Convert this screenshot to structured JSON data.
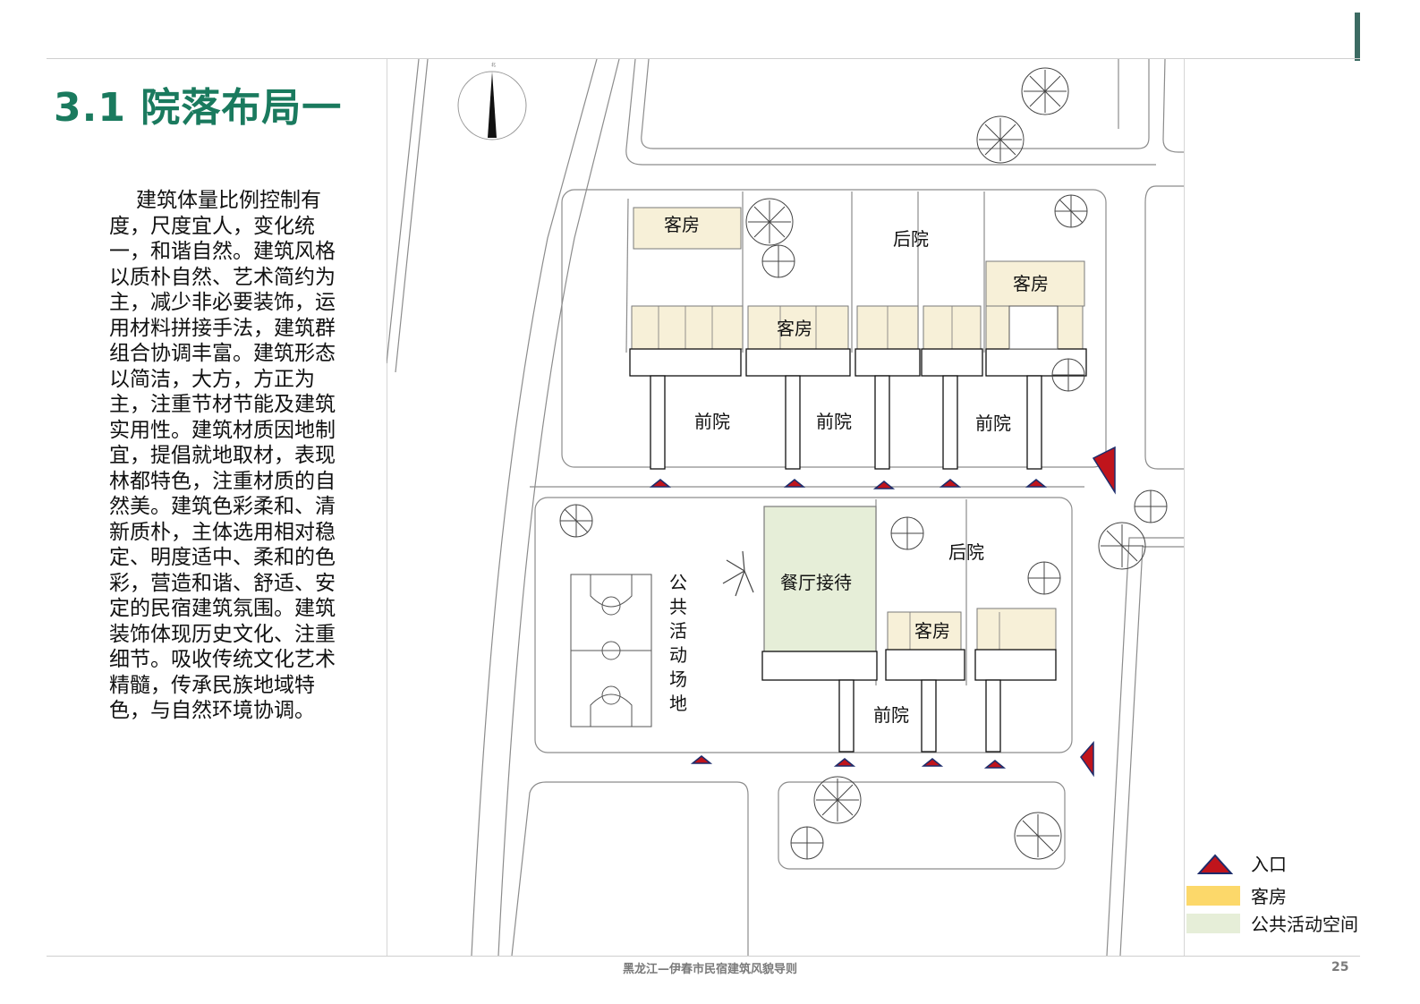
{
  "title": "3.1 院落布局一",
  "body_text": "建筑体量比例控制有度，尺度宜人，变化统一，和谐自然。建筑风格以质朴自然、艺术简约为主，减少非必要装饰，运用材料拼接手法，建筑群组合协调丰富。建筑形态以简洁，大方，方正为主，注重节材节能及建筑实用性。建筑材质因地制宜，提倡就地取材，表现林都特色，注重材质的自然美。建筑色彩柔和、清新质朴，主体选用相对稳定、明度适中、柔和的色彩，营造和谐、舒适、安定的民宿建筑氛围。建筑装饰体现历史文化、注重细节。吸收传统文化艺术精髓，传承民族地域特色，与自然环境协调。",
  "plan": {
    "labels": {
      "guest_room": "客房",
      "back_yard": "后院",
      "front_yard": "前院",
      "dining_reception": "餐厅接待",
      "public_activity_chars": [
        "公",
        "共",
        "活",
        "动",
        "场",
        "地"
      ],
      "north": "北"
    },
    "colors": {
      "guest_room_fill": "#f7f0d8",
      "public_fill": "#e6eed8",
      "entrance": "#c0141c",
      "line": "#8c8c8c"
    }
  },
  "legend": {
    "entrance": "入口",
    "guest_room": "客房",
    "public_space": "公共活动空间",
    "colors": {
      "entrance": "#c0141c",
      "guest_room": "#fcd86a",
      "public_space": "#e6eed8"
    }
  },
  "footer": {
    "caption": "黑龙江—伊春市民宿建筑风貌导则",
    "page": "25"
  },
  "accent_color": "#1a7a5e"
}
